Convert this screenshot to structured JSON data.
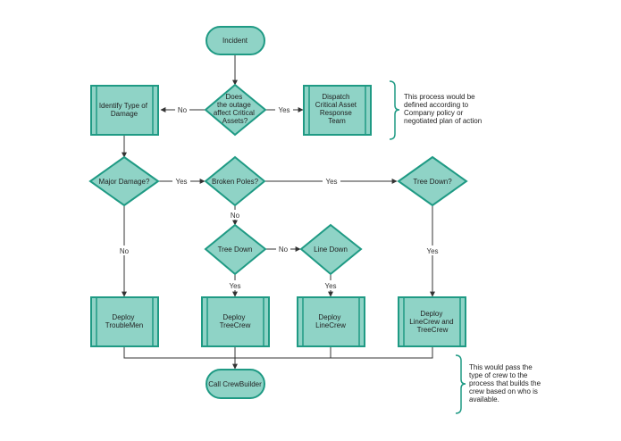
{
  "colors": {
    "node_fill": "#8fd3c6",
    "node_stroke": "#1f9a84",
    "edge": "#333333"
  },
  "nodes": {
    "incident": "Incident",
    "affect_critical": [
      "Does",
      "the outage",
      "affect Critical",
      "Assets?"
    ],
    "identify_damage": [
      "Identify Type of",
      "Damage"
    ],
    "dispatch_team": [
      "Dispatch",
      "Critical Asset",
      "Response",
      "Team"
    ],
    "major_damage": "Major Damage?",
    "broken_poles": "Broken Poles?",
    "tree_down_q": "Tree Down?",
    "tree_down": "Tree Down",
    "line_down": "Line Down",
    "deploy_troublemen": [
      "Deploy",
      "TroubleMen"
    ],
    "deploy_treecrew": [
      "Deploy",
      "TreeCrew"
    ],
    "deploy_linecrew": [
      "Deploy",
      "LineCrew"
    ],
    "deploy_both": [
      "Deploy",
      "LineCrew and",
      "TreeCrew"
    ],
    "call_crewbuilder": "Call CrewBuilder"
  },
  "edge_labels": {
    "no": "No",
    "yes": "Yes"
  },
  "notes": {
    "policy": [
      "This process would be",
      "defined according to",
      "Company policy or",
      "negotiated plan of action"
    ],
    "crewbuilder": [
      "This would pass the",
      "type of crew to the",
      "process that builds the",
      "crew based on who is",
      "available."
    ]
  }
}
